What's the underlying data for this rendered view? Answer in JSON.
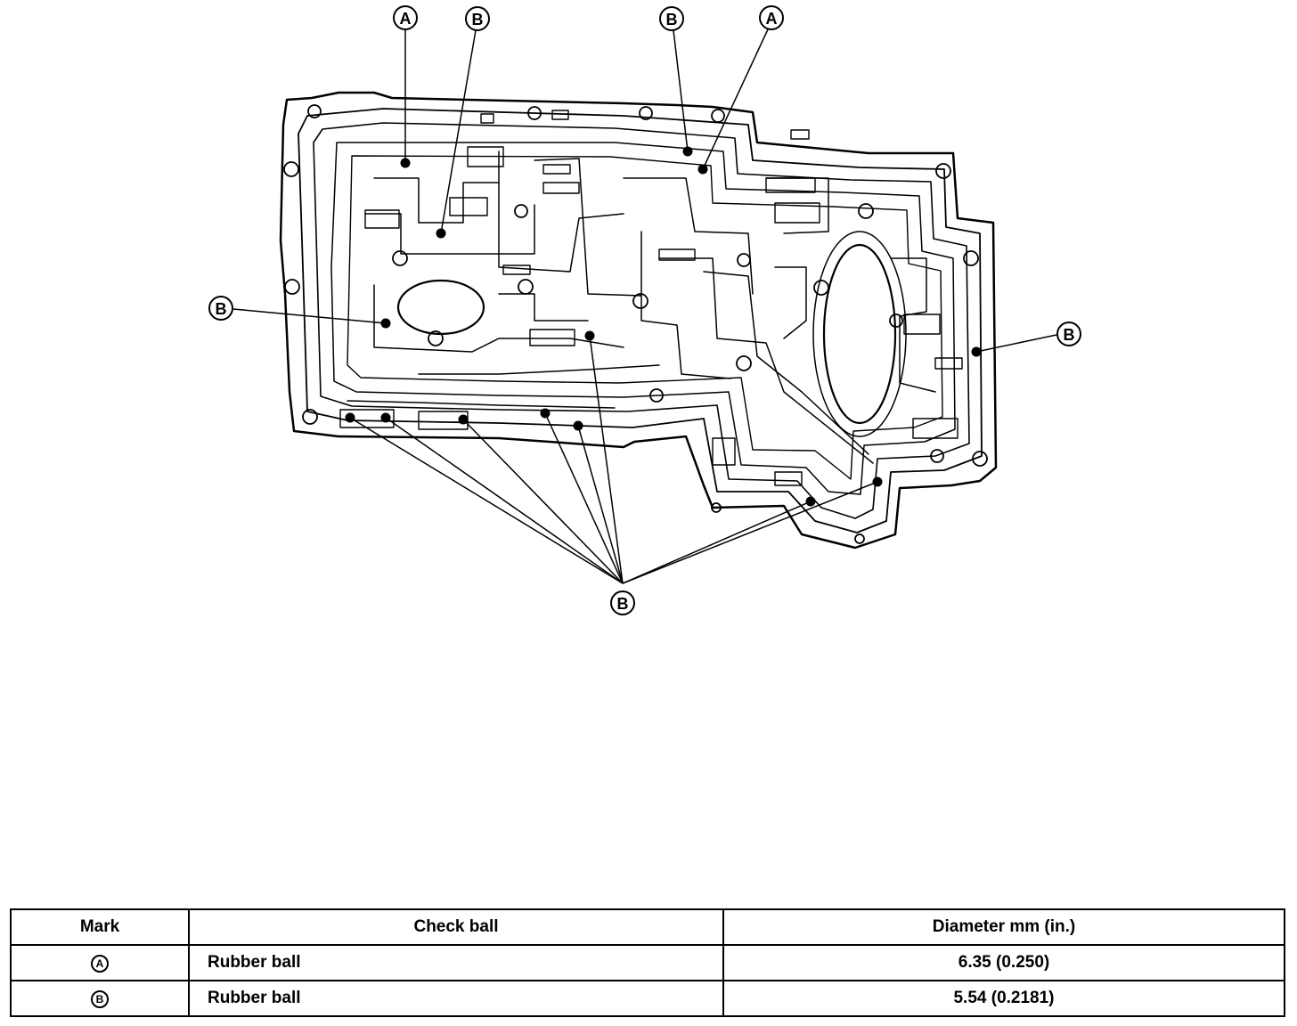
{
  "diagram": {
    "callouts": [
      {
        "id": "a1",
        "mark": "A"
      },
      {
        "id": "b1",
        "mark": "B"
      },
      {
        "id": "b2",
        "mark": "B"
      },
      {
        "id": "a2",
        "mark": "A"
      },
      {
        "id": "b3",
        "mark": "B"
      },
      {
        "id": "b4",
        "mark": "B"
      },
      {
        "id": "b5",
        "mark": "B"
      }
    ]
  },
  "table": {
    "headers": {
      "mark": "Mark",
      "check_ball": "Check ball",
      "diameter": "Diameter  mm (in.)"
    },
    "rows": [
      {
        "mark": "A",
        "check_ball": "Rubber ball",
        "diameter": "6.35 (0.250)"
      },
      {
        "mark": "B",
        "check_ball": "Rubber ball",
        "diameter": "5.54 (0.2181)"
      }
    ]
  }
}
